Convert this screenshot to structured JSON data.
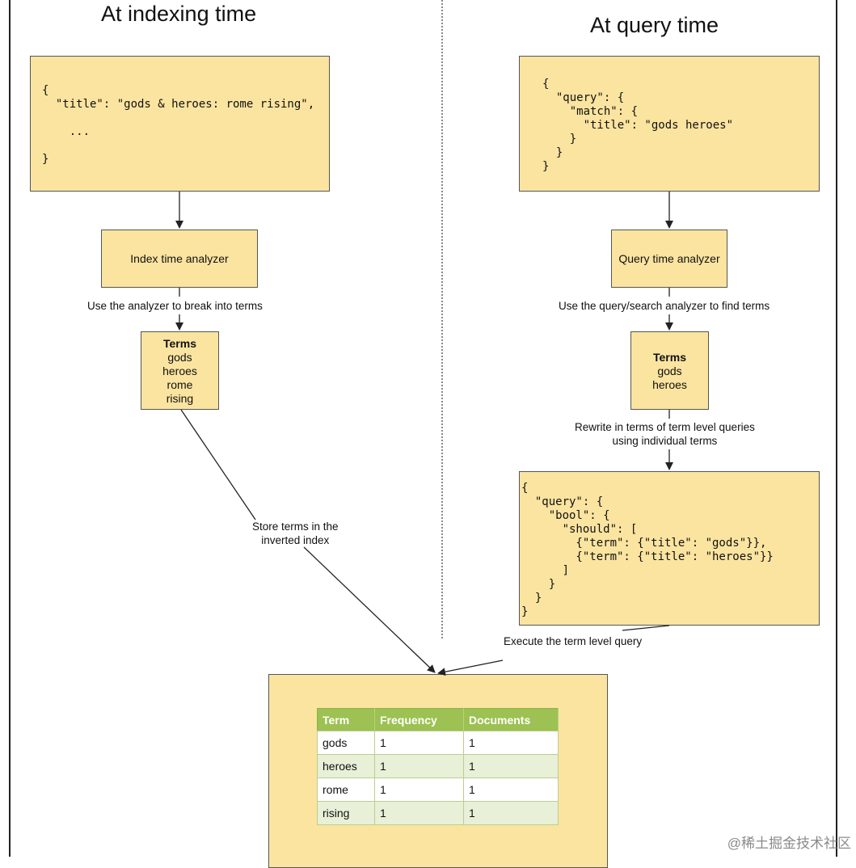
{
  "headings": {
    "left": "At indexing time",
    "right": "At query time"
  },
  "index_side": {
    "document_code": "{\n  \"title\": \"gods & heroes: rome rising\",\n\n    ...\n\n}",
    "analyzer_label": "Index time analyzer",
    "analyzer_note": "Use the analyzer to break into terms",
    "terms_title": "Terms",
    "terms": [
      "gods",
      "heroes",
      "rome",
      "rising"
    ],
    "store_note_line1": "Store terms in the",
    "store_note_line2": "inverted index"
  },
  "query_side": {
    "query_code": "{\n  \"query\": {\n    \"match\": {\n      \"title\": \"gods heroes\"\n    }\n  }\n}",
    "analyzer_label": "Query time analyzer",
    "analyzer_note": "Use the query/search analyzer to find terms",
    "terms_title": "Terms",
    "terms": [
      "gods",
      "heroes"
    ],
    "rewrite_note_line1": "Rewrite in terms of term level queries",
    "rewrite_note_line2": "using individual terms",
    "bool_code": "{\n  \"query\": {\n    \"bool\": {\n      \"should\": [\n        {\"term\": {\"title\": \"gods\"}},\n        {\"term\": {\"title\": \"heroes\"}}\n      ]\n    }\n  }\n}",
    "execute_note": "Execute the term level query"
  },
  "inverted_index": {
    "columns": [
      "Term",
      "Frequency",
      "Documents"
    ],
    "rows": [
      {
        "term": "gods",
        "frequency": "1",
        "documents": "1"
      },
      {
        "term": "heroes",
        "frequency": "1",
        "documents": "1"
      },
      {
        "term": "rome",
        "frequency": "1",
        "documents": "1"
      },
      {
        "term": "rising",
        "frequency": "1",
        "documents": "1"
      }
    ]
  },
  "watermark": "@稀土掘金技术社区",
  "colors": {
    "box_fill": "#fbe4a0",
    "table_header": "#9dc152",
    "table_alt_row": "#e8f0d8"
  }
}
